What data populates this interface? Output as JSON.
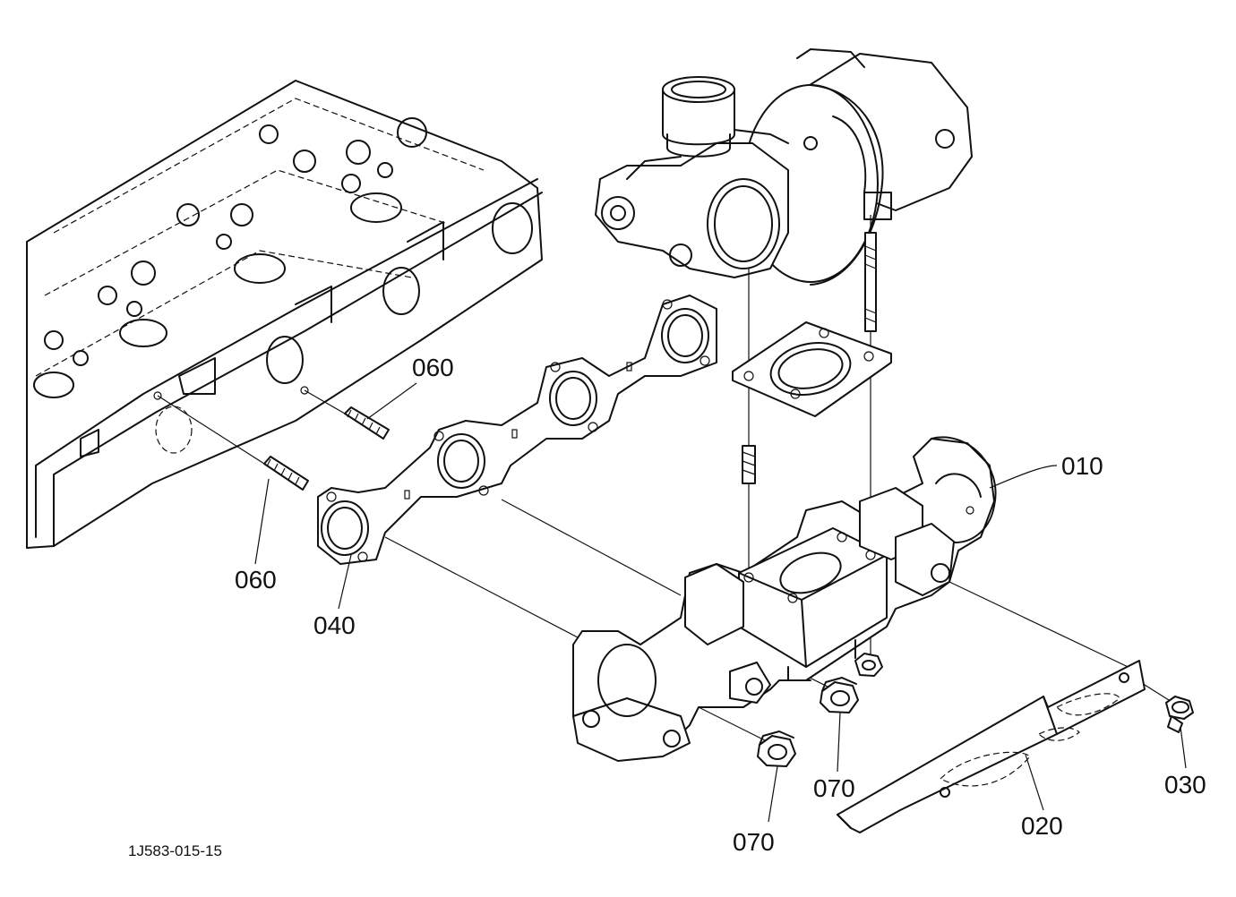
{
  "diagram": {
    "reference_code": "1J583-015-15",
    "callouts": {
      "p010": "010",
      "p020": "020",
      "p030": "030",
      "p040": "040",
      "p060_upper": "060",
      "p060_lower": "060",
      "p070_left": "070",
      "p070_right": "070"
    }
  }
}
